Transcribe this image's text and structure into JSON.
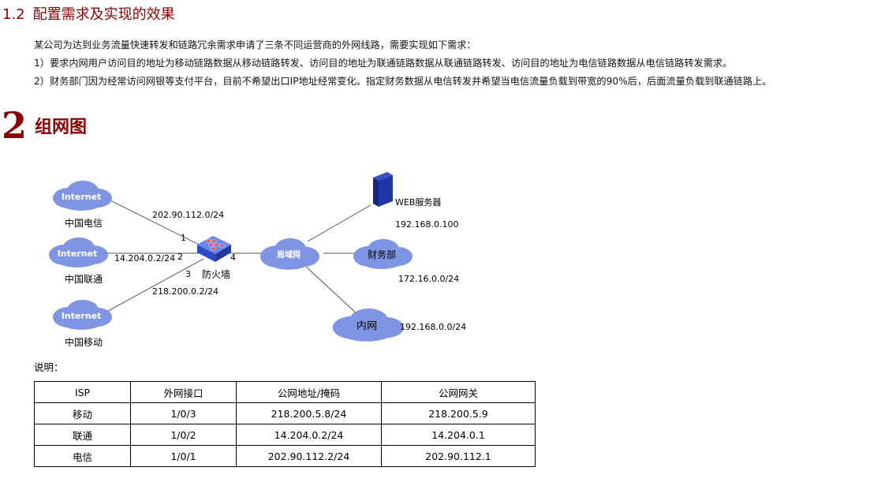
{
  "section_1_2": {
    "number": "1.2",
    "title": "配置需求及实现的效果"
  },
  "paragraphs": [
    "某公司为达到业务流量快速转发和链路冗余需求申请了三条不同运营商的外网线路，需要实现如下需求：",
    "1）要求内网用户访问目的地址为移动链路数据从移动链路转发、访问目的地址为联通链路数据从联通链路转发、访问目的地址为电信链路数据从电信链路转发需求。",
    "2）财务部门因为经常访问网银等支付平台，目前不希望出口IP地址经常变化。指定财务数据从电信转发并希望当电信流量负载到带宽的90%后，后面流量负载到联通链路上。"
  ],
  "section_2": {
    "number": "2",
    "title": "组网图"
  },
  "diagram": {
    "clouds": {
      "telecom": {
        "text": "Internet",
        "label": "中国电信"
      },
      "unicom": {
        "text": "Internet",
        "label": "中国联通"
      },
      "mobile": {
        "text": "Internet",
        "label": "中国移动"
      },
      "lan": {
        "text": "局域网"
      },
      "finance": {
        "text": "财务部",
        "subnet": "172.16.0.0/24"
      },
      "intranet": {
        "text": "内网",
        "subnet": "192.168.0.0/24"
      }
    },
    "links": {
      "telecom": "202.90.112.0/24",
      "unicom": "14.204.0.2/24",
      "mobile": "218.200.0.2/24"
    },
    "ports": {
      "p1": "1",
      "p2": "2",
      "p3": "3",
      "p4": "4"
    },
    "firewall_label": "防火墙",
    "web_server": {
      "label": "WEB服务器",
      "ip": "192.168.0.100"
    },
    "colors": {
      "cloud": "#8b9fe6",
      "cloud_shade": "#6f85d8",
      "line": "#555555",
      "firewall": "#3d5bd6"
    }
  },
  "note_label": "说明：",
  "table": {
    "headers": [
      "ISP",
      "外网接口",
      "公网地址/掩码",
      "公网网关"
    ],
    "rows": [
      [
        "移动",
        "1/0/3",
        "218.200.5.8/24",
        "218.200.5.9"
      ],
      [
        "联通",
        "1/0/2",
        "14.204.0.2/24",
        "14.204.0.1"
      ],
      [
        "电信",
        "1/0/1",
        "202.90.112.2/24",
        "202.90.112.1"
      ]
    ]
  },
  "title_color": "#8b0000"
}
